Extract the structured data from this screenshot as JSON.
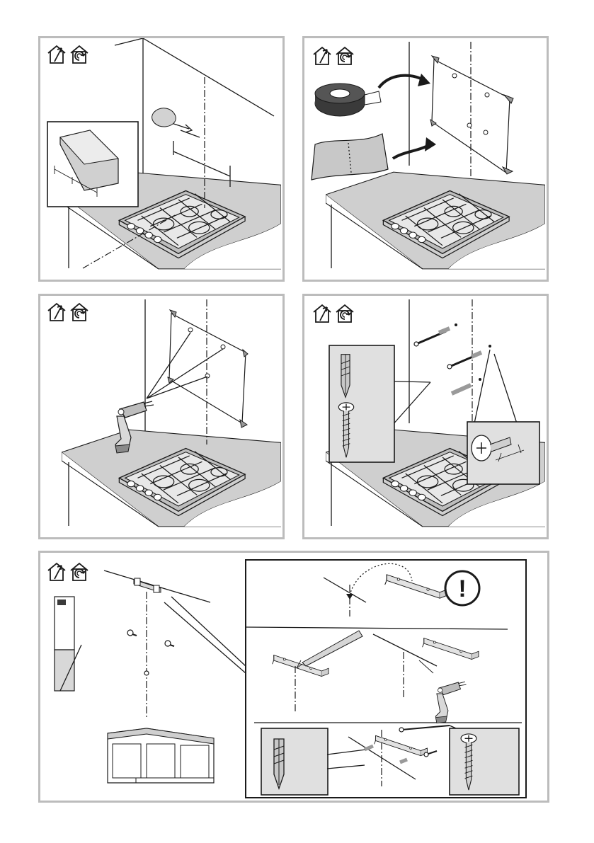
{
  "figure": {
    "panels": [
      "step-1",
      "step-2",
      "step-3",
      "step-4",
      "step-5"
    ],
    "icons": [
      "house-install-icon",
      "house-recirculation-icon"
    ],
    "caution_symbol": "!"
  }
}
